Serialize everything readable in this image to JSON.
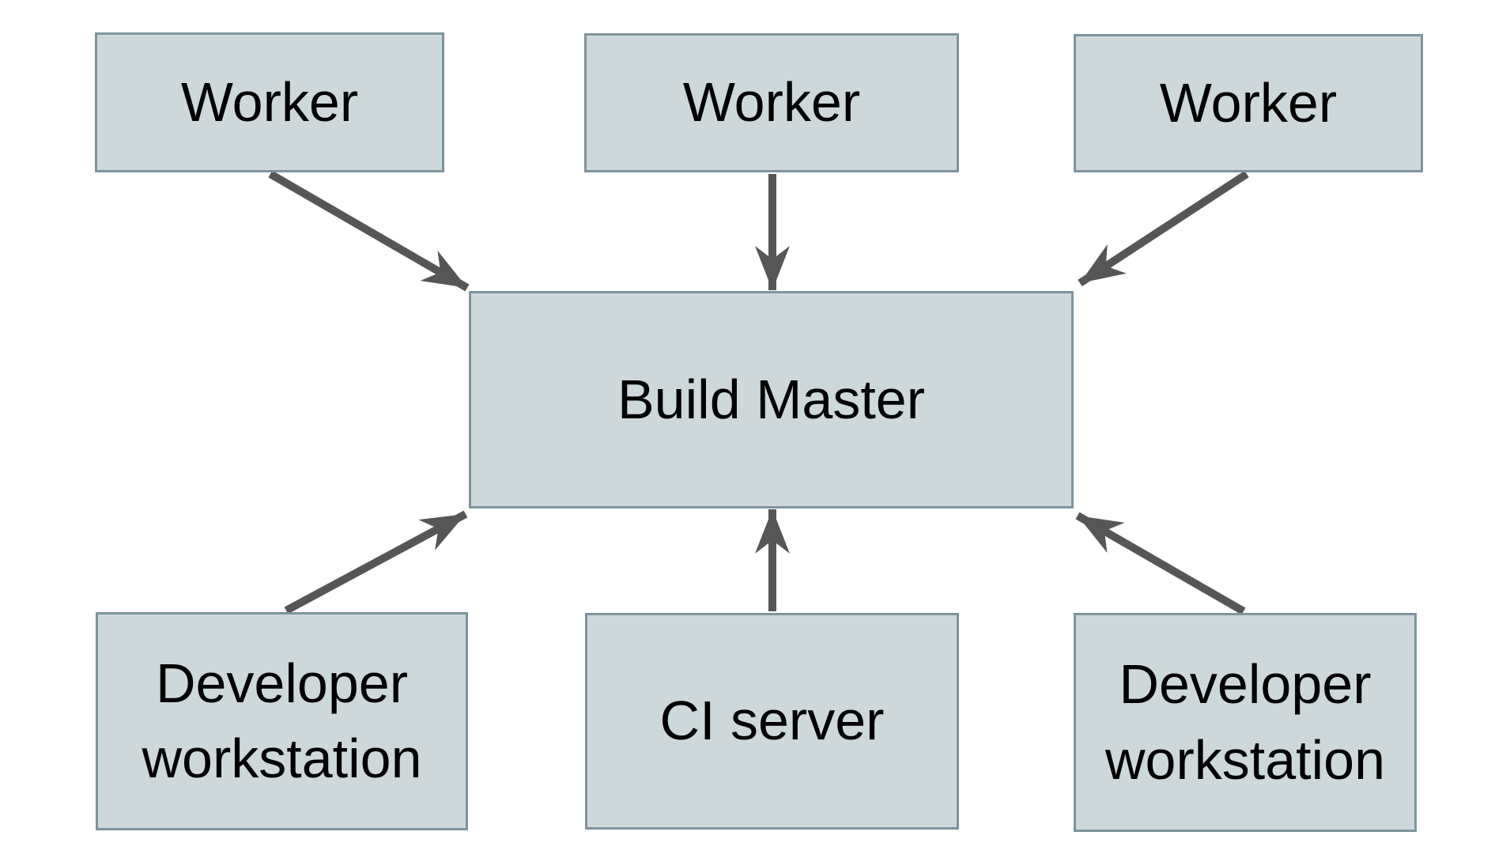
{
  "diagram": {
    "type": "architecture-diagram",
    "description": "Distributed build system: three Worker nodes, two Developer workstations and a CI server all connect into a central Build Master",
    "colors": {
      "box_fill": "#ced8da",
      "box_border": "#7d949e",
      "arrow": "#565656",
      "text": "#000000",
      "background": "#ffffff"
    },
    "nodes": [
      {
        "id": "worker-1",
        "label": "Worker"
      },
      {
        "id": "worker-2",
        "label": "Worker"
      },
      {
        "id": "worker-3",
        "label": "Worker"
      },
      {
        "id": "build-master",
        "label": "Build Master"
      },
      {
        "id": "developer-workstation-1",
        "label": "Developer workstation"
      },
      {
        "id": "ci-server",
        "label": "CI server"
      },
      {
        "id": "developer-workstation-2",
        "label": "Developer workstation"
      }
    ],
    "edges": [
      {
        "from": "worker-1",
        "to": "build-master"
      },
      {
        "from": "worker-2",
        "to": "build-master"
      },
      {
        "from": "worker-3",
        "to": "build-master"
      },
      {
        "from": "developer-workstation-1",
        "to": "build-master"
      },
      {
        "from": "ci-server",
        "to": "build-master"
      },
      {
        "from": "developer-workstation-2",
        "to": "build-master"
      }
    ]
  }
}
